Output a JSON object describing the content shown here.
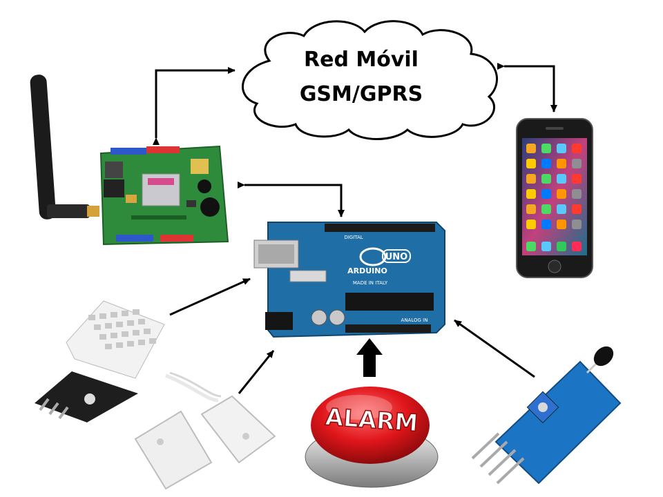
{
  "cloud": {
    "line1": "Red Móvil",
    "line2": "GSM/GPRS"
  },
  "arduino": {
    "brand": "ARDUINO",
    "model": "UNO",
    "origin": "MADE IN ITALY",
    "digital": "DIGITAL",
    "analog": "ANALOG IN"
  },
  "alarm_button": {
    "label": "ALARM"
  },
  "colors": {
    "arduino_board": "#1f6ea6",
    "gsm_board": "#2e8b3c",
    "alarm_red": "#e0161b",
    "sensor_board": "#1c74c4",
    "phone_body": "#1a1a1a",
    "arrow": "#000000"
  },
  "icons": [
    "cloud-icon",
    "gsm-shield-icon",
    "antenna-icon",
    "arduino-uno-icon",
    "smartphone-icon",
    "humidity-sensor-icon",
    "magnetic-door-sensor-icon",
    "alarm-button-icon",
    "flame-sensor-icon"
  ]
}
